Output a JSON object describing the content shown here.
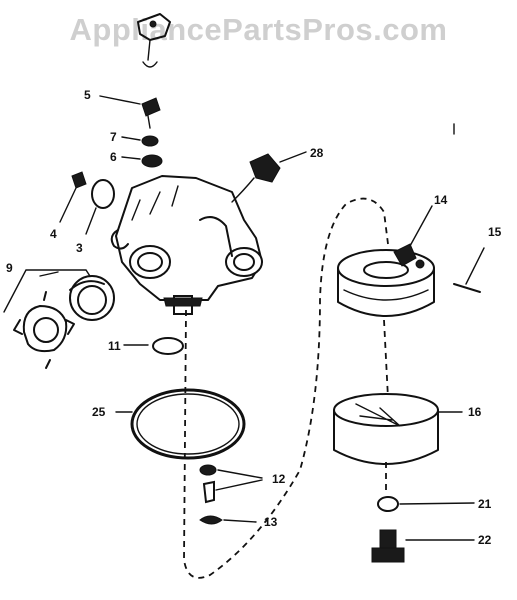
{
  "watermark": "AppliancePartsPros.com",
  "callouts": [
    "5",
    "7",
    "6",
    "28",
    "4",
    "3",
    "9",
    "11",
    "14",
    "15",
    "25",
    "16",
    "12",
    "13",
    "21",
    "22"
  ]
}
